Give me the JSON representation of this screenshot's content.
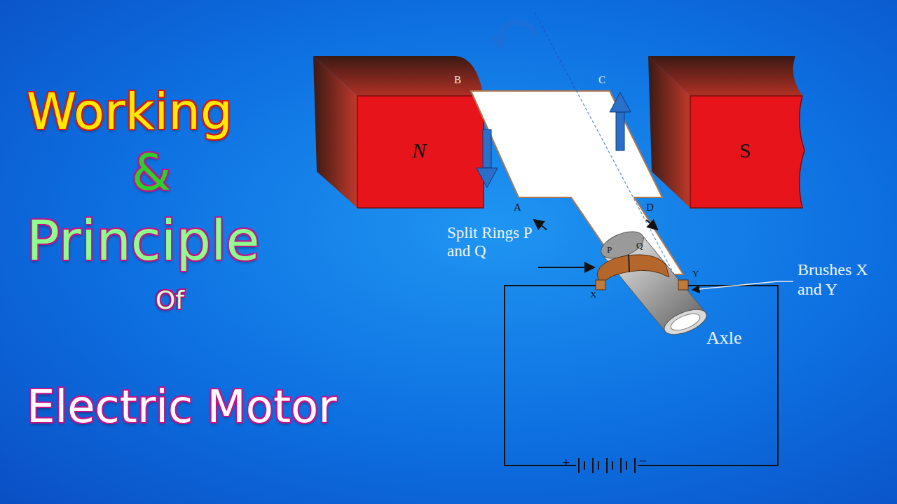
{
  "diagram": {
    "labels": [
      "Working",
      "&",
      "Principle",
      "Of",
      "Electric Motor",
      "N",
      "S",
      "B",
      "C",
      "A",
      "D",
      "P",
      "Q",
      "X",
      "Y",
      "Split Rings P and Q",
      "Brushes X and Y",
      "Axle",
      "+",
      "−"
    ]
  }
}
